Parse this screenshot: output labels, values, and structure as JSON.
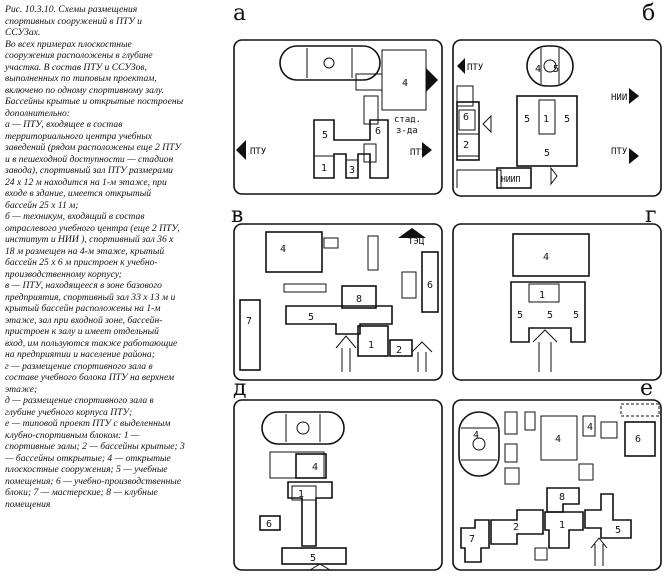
{
  "caption": {
    "title_lines": [
      "Рис. 10.3.10. Схемы размещения",
      "спортивных сооружений в ПТУ и",
      "ССУЗах."
    ],
    "body_lines": [
      "Во всех примерах плоскостные",
      "сооружения расположены в глубине",
      "участка. В состав ПТУ и ССУЗов,",
      "выполненных по типовым проектам,",
      "включено по одному спортивному залу.",
      "Бассейны крытые и открытые построены",
      "дополнительно:",
      "а — ПТУ, входящее в состав",
      "территориального центра учебных",
      "заведений (рядом расположены еще 2 ПТУ",
      "и в пешеходной доступности — стадион",
      "завода), спортивный зал ПТУ размерами",
      "24 х 12 м находится на 1-м этаже, при",
      "входе в здание, имеется открытый",
      "бассейн 25 х 11 м;",
      "б — техникум, входящий в состав",
      "отраслевого учебного центра (еще 2 ПТУ,",
      "институт и НИИ ), спортивный зал 36 х",
      "18 м размещен на 4-м этаже, крытый",
      "бассейн 25 х 6 м пристроен к учебно-",
      "производственному корпусу;",
      "в — ПТУ, находящееся в зоне базового",
      "предприятия, спортивный зал 33 х 13 м и",
      "крытый бассейн расположены на 1-м",
      "этаже, зал при входной зоне, бассейн-",
      "пристроен к залу и имеет отдельный",
      "вход, им пользуются также работающие",
      "на предприятии и население района;",
      "г — размещение спортивного зала в",
      "составе учебного болока ПТУ на верхнем",
      "этаже;",
      "д — размещение спортивного зала в",
      "глубине учебного корпуса ПТУ;",
      "е — типовой проект ПТУ с выделенным",
      "клубно-спортивным блоком: 1 —",
      "спортивные залы; 2 — бассейны крытые; 3",
      "— бассейны открытые; 4 — открытые",
      "плоскостные сооружения; 5 — учебные",
      "помещения; 6 — учебно-производственные",
      "блоки; 7 — мастерские; 8 — клубные",
      "помещения"
    ]
  },
  "panels": {
    "a": {
      "letter": "а",
      "labels": {
        "n4": "4",
        "n5": "5",
        "n6": "6",
        "n1": "1",
        "n3": "3",
        "ptu_left": "ПТУ",
        "ptu_right": "ПТУ",
        "stad1": "стад.",
        "stad2": "з-да"
      }
    },
    "b": {
      "letter": "б",
      "labels": {
        "n4": "4",
        "n5a": "5",
        "n5b": "5",
        "n5c": "5",
        "n6": "6",
        "n1": "1",
        "n2": "2",
        "ptu_left": "ПТУ",
        "nii": "НИИ",
        "ptu_right": "ПТУ",
        "niip": "НИИП"
      }
    },
    "v": {
      "letter": "в",
      "labels": {
        "n4": "4",
        "tets": "ТЭЦ",
        "n6": "6",
        "n7": "7",
        "n8": "8",
        "n5": "5",
        "n1": "1",
        "n2": "2"
      }
    },
    "g": {
      "letter": "г",
      "labels": {
        "n4": "4",
        "n1": "1",
        "n5a": "5",
        "n5b": "5",
        "n5c": "5"
      }
    },
    "d": {
      "letter": "д",
      "labels": {
        "n4": "4",
        "n1": "1",
        "n6": "6",
        "n5": "5"
      }
    },
    "e": {
      "letter": "е",
      "labels": {
        "n4a": "4",
        "n4b": "4",
        "n4c": "4",
        "n6": "6",
        "n8": "8",
        "n7": "7",
        "n2": "2",
        "n1": "1",
        "n5": "5"
      }
    }
  }
}
